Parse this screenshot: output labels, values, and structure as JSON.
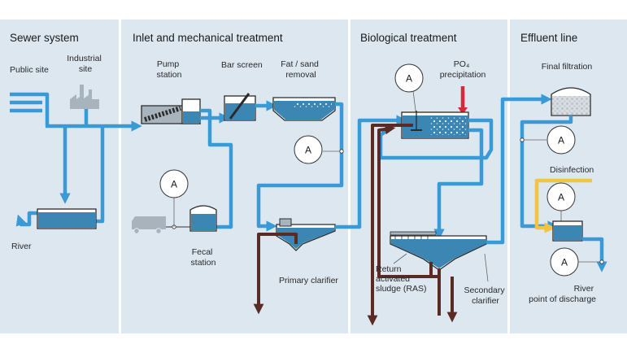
{
  "sections": {
    "sewer": "Sewer system",
    "inlet": "Inlet and mechanical treatment",
    "bio": "Biological treatment",
    "effluent": "Effluent line"
  },
  "labels": {
    "public_site": "Public site",
    "industrial_site": [
      "Industrial",
      "site"
    ],
    "river_left": "River",
    "pump_station": [
      "Pump",
      "station"
    ],
    "bar_screen": "Bar screen",
    "fat_sand": [
      "Fat / sand",
      "removal"
    ],
    "fecal_station": [
      "Fecal",
      "station"
    ],
    "primary_clarifier": "Primary clarifier",
    "po4": [
      "PO₄",
      "precipitation"
    ],
    "ras": [
      "Return",
      "activated",
      "sludge (RAS)"
    ],
    "secondary_clarifier": [
      "Secondary",
      "clarifier"
    ],
    "final_filtration": "Final filtration",
    "disinfection": "Disinfection",
    "river_discharge": [
      "River",
      "point of discharge"
    ]
  },
  "analyzer_label": "A",
  "colors": {
    "background": "#dce7f0",
    "divider": "#ffffff",
    "water_pipe": "#3a9ad6",
    "water_fill": "#3c86b4",
    "sludge_pipe": "#5a2a25",
    "dosing_arrow": "#d8283a",
    "disinfection_line": "#f5c342",
    "equipment_gray": "#a7b3bd"
  },
  "icons": [
    "analyzer-circle-icon",
    "truck-icon",
    "factory-icon",
    "arrow-down-icon"
  ]
}
